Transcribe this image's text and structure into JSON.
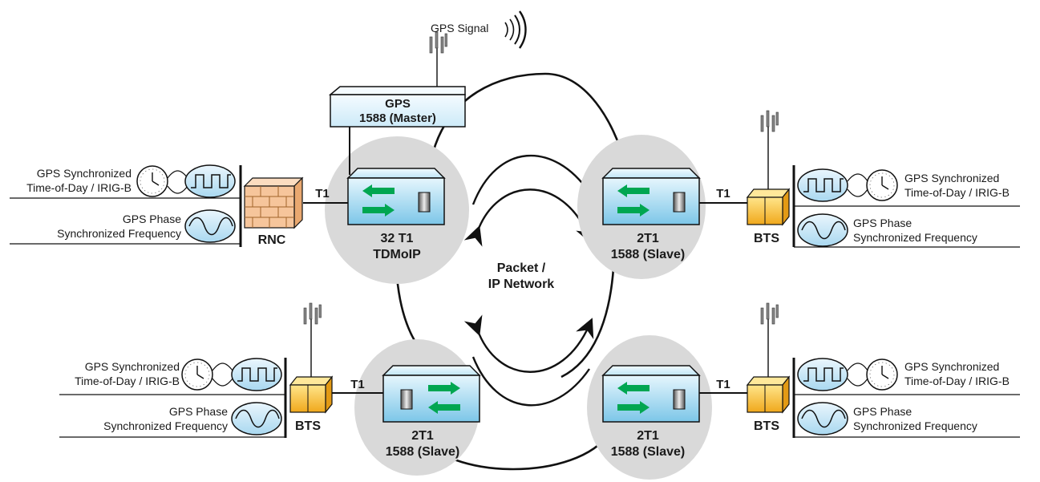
{
  "colors": {
    "cloud": "#d9d9d9",
    "device_top": "#dff2fb",
    "device_bottom": "#8fd0ec",
    "arrow_green": "#00a651",
    "bts_box": "#f7b731",
    "rnc_box": "#f6c59b",
    "dial": "#cfe9f7",
    "line": "#111111"
  },
  "gps_signal": "GPS Signal",
  "gps_master": {
    "line1": "GPS",
    "line2": "1588 (Master)"
  },
  "network": {
    "line1": "Packet /",
    "line2": "IP Network"
  },
  "link_label": "T1",
  "rnc": {
    "label": "RNC",
    "tod": {
      "line1": "GPS Synchronized",
      "line2": "Time-of-Day / IRIG-B"
    },
    "freq": {
      "line1": "GPS Phase",
      "line2": "Synchronized Frequency"
    }
  },
  "gateway_main": {
    "line1": "32 T1",
    "line2": "TDMoIP"
  },
  "site_top_right": {
    "gateway": {
      "line1": "2T1",
      "line2": "1588 (Slave)"
    },
    "station": "BTS",
    "tod": {
      "line1": "GPS Synchronized",
      "line2": "Time-of-Day / IRIG-B"
    },
    "freq": {
      "line1": "GPS Phase",
      "line2": "Synchronized Frequency"
    }
  },
  "site_bottom_left": {
    "gateway": {
      "line1": "2T1",
      "line2": "1588 (Slave)"
    },
    "station": "BTS",
    "tod": {
      "line1": "GPS Synchronized",
      "line2": "Time-of-Day / IRIG-B"
    },
    "freq": {
      "line1": "GPS Phase",
      "line2": "Synchronized Frequency"
    }
  },
  "site_bottom_right": {
    "gateway": {
      "line1": "2T1",
      "line2": "1588 (Slave)"
    },
    "station": "BTS",
    "tod": {
      "line1": "GPS Synchronized",
      "line2": "Time-of-Day / IRIG-B"
    },
    "freq": {
      "line1": "GPS Phase",
      "line2": "Synchronized Frequency"
    }
  }
}
